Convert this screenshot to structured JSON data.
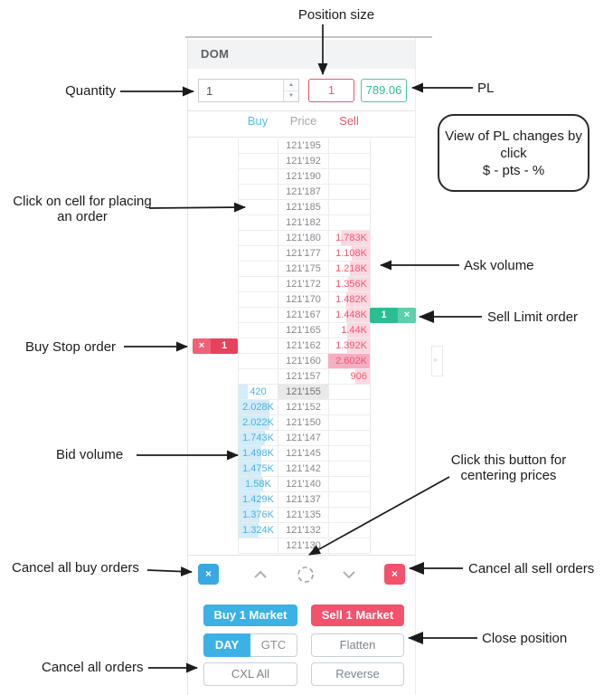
{
  "panel": {
    "title": "DOM",
    "quantity": {
      "value": "1"
    },
    "position_size": {
      "value": "1"
    },
    "pl": {
      "value": "789.06"
    },
    "columns": {
      "buy": "Buy",
      "price": "Price",
      "sell": "Sell"
    },
    "ladder": {
      "max_volume": 2602,
      "rows": [
        {
          "price": "121'195"
        },
        {
          "price": "121'192"
        },
        {
          "price": "121'190"
        },
        {
          "price": "121'187"
        },
        {
          "price": "121'185"
        },
        {
          "price": "121'182"
        },
        {
          "price": "121'180",
          "ask": "1.783K",
          "ask_val": 1783
        },
        {
          "price": "121'177",
          "ask": "1.108K",
          "ask_val": 1108
        },
        {
          "price": "121'175",
          "ask": "1.218K",
          "ask_val": 1218
        },
        {
          "price": "121'172",
          "ask": "1.356K",
          "ask_val": 1356
        },
        {
          "price": "121'170",
          "ask": "1.482K",
          "ask_val": 1482
        },
        {
          "price": "121'167",
          "ask": "1.448K",
          "ask_val": 1448,
          "sell_limit": true
        },
        {
          "price": "121'165",
          "ask": "1.44K",
          "ask_val": 1440
        },
        {
          "price": "121'162",
          "ask": "1.392K",
          "ask_val": 1392,
          "buy_stop": true
        },
        {
          "price": "121'160",
          "ask": "2.602K",
          "ask_val": 2602,
          "ask_strong": true
        },
        {
          "price": "121'157",
          "ask": "906",
          "ask_val": 906
        },
        {
          "price": "121'155",
          "bid": "420",
          "bid_val": 420,
          "price_highlight": true
        },
        {
          "price": "121'152",
          "bid": "2.028K",
          "bid_val": 2028
        },
        {
          "price": "121'150",
          "bid": "2.022K",
          "bid_val": 2022
        },
        {
          "price": "121'147",
          "bid": "1.743K",
          "bid_val": 1743
        },
        {
          "price": "121'145",
          "bid": "1.498K",
          "bid_val": 1498
        },
        {
          "price": "121'142",
          "bid": "1.475K",
          "bid_val": 1475
        },
        {
          "price": "121'140",
          "bid": "1.58K",
          "bid_val": 1580
        },
        {
          "price": "121'137",
          "bid": "1.429K",
          "bid_val": 1429
        },
        {
          "price": "121'135",
          "bid": "1.376K",
          "bid_val": 1376
        },
        {
          "price": "121'132",
          "bid": "1.324K",
          "bid_val": 1324
        },
        {
          "price": "121'130"
        }
      ]
    },
    "orders": {
      "buy_stop": {
        "qty": "1",
        "cancel": "×"
      },
      "sell_limit": {
        "qty": "1",
        "cancel": "×"
      }
    },
    "footer": {
      "cancel_buys": "×",
      "cancel_sells": "×"
    },
    "buttons": {
      "buy_market": "Buy 1 Market",
      "sell_market": "Sell 1 Market",
      "day": "DAY",
      "gtc": "GTC",
      "flatten": "Flatten",
      "cxl_all": "CXL All",
      "reverse": "Reverse"
    }
  },
  "annotations": {
    "position_size": "Position size",
    "quantity": "Quantity",
    "pl": "PL",
    "pl_note_line1": "View of PL changes  by",
    "pl_note_line2": "click",
    "pl_note_line3": "$ - pts - %",
    "click_cell_line1": "Click on cell for placing",
    "click_cell_line2": "an order",
    "buy_stop": "Buy Stop order",
    "ask_volume": "Ask volume",
    "sell_limit": "Sell Limit order",
    "bid_volume": "Bid volume",
    "centering_line1": "Click this button for",
    "centering_line2": "centering prices",
    "cancel_buy": "Cancel all buy orders",
    "cancel_sell": "Cancel all sell orders",
    "close_position": "Close position",
    "cancel_all": "Cancel all orders"
  },
  "colors": {
    "buy_blue": "#3bb1e6",
    "sell_red": "#f4516c",
    "limit_green": "#2cbe93",
    "pl_green": "#33bd94",
    "bid_bar": "#d2ecf9",
    "ask_bar": "#fbd9e1",
    "ask_bar_strong": "#f6aec2"
  }
}
